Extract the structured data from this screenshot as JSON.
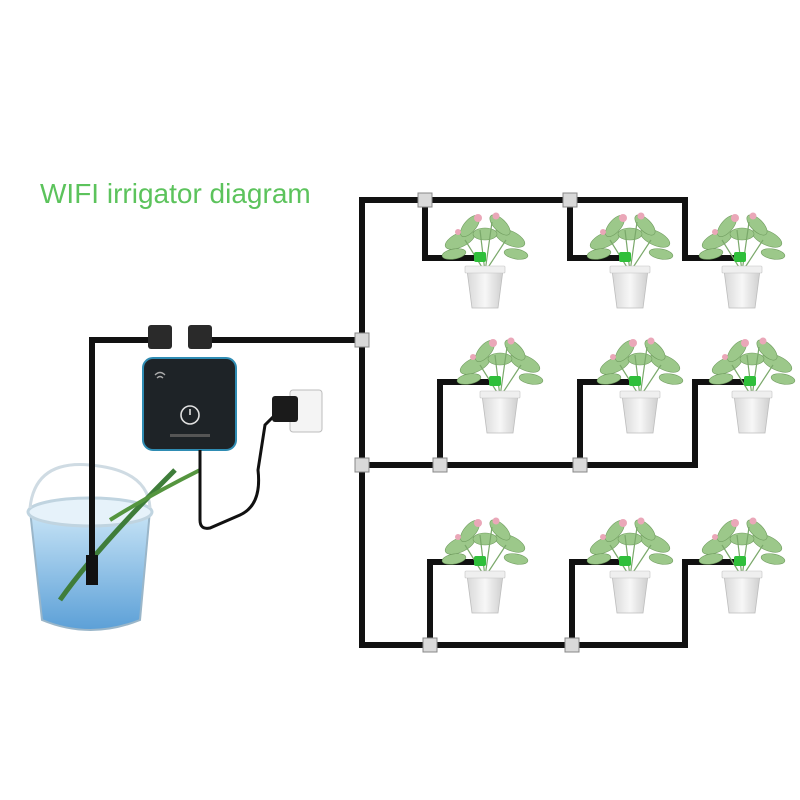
{
  "title": "WIFI irrigator diagram",
  "colors": {
    "title": "#5cc35c",
    "tube": "#111111",
    "dripper_accent": "#2fbf3a",
    "device_body": "#1e2327",
    "device_edge": "#2f8cb3",
    "pot": "#e8e8e8",
    "water": "#6fb0e0",
    "leaf": "#8fc07a",
    "flower": "#e7a3b4"
  },
  "icons": {
    "device_wifi": "wifi-icon",
    "device_power": "power-button-icon",
    "plug": "power-adapter-icon",
    "socket": "wall-socket-icon"
  },
  "plants": {
    "rows": 3,
    "per_row": 3
  }
}
